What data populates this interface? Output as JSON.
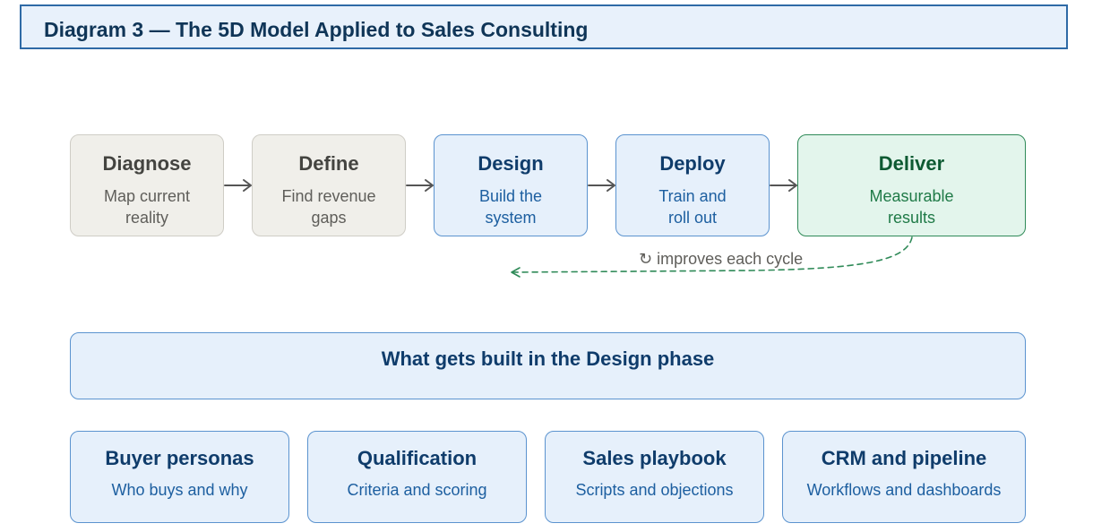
{
  "title": "Diagram 3 — The 5D Model Applied to Sales Consulting",
  "steps": [
    {
      "title": "Diagnose",
      "line1": "Map current",
      "line2": "reality"
    },
    {
      "title": "Define",
      "line1": "Find revenue",
      "line2": "gaps"
    },
    {
      "title": "Design",
      "line1": "Build the",
      "line2": "system"
    },
    {
      "title": "Deploy",
      "line1": "Train and",
      "line2": "roll out"
    },
    {
      "title": "Deliver",
      "line1": "Measurable",
      "line2": "results"
    }
  ],
  "cycle_label": "↻ improves each cycle",
  "design_phase": {
    "heading": "What gets built in the Design phase",
    "items": [
      {
        "title": "Buyer personas",
        "subtitle": "Who buys and why"
      },
      {
        "title": "Qualification",
        "subtitle": "Criteria and scoring"
      },
      {
        "title": "Sales playbook",
        "subtitle": "Scripts and objections"
      },
      {
        "title": "CRM and pipeline",
        "subtitle": "Workflows and dashboards"
      }
    ]
  },
  "colors": {
    "title_border": "#2e6aa6",
    "gray_fill": "#f0efea",
    "blue_fill": "#e6f0fb",
    "green_fill": "#e3f5ec",
    "green_accent": "#2f8a58",
    "arrow": "#555555"
  }
}
